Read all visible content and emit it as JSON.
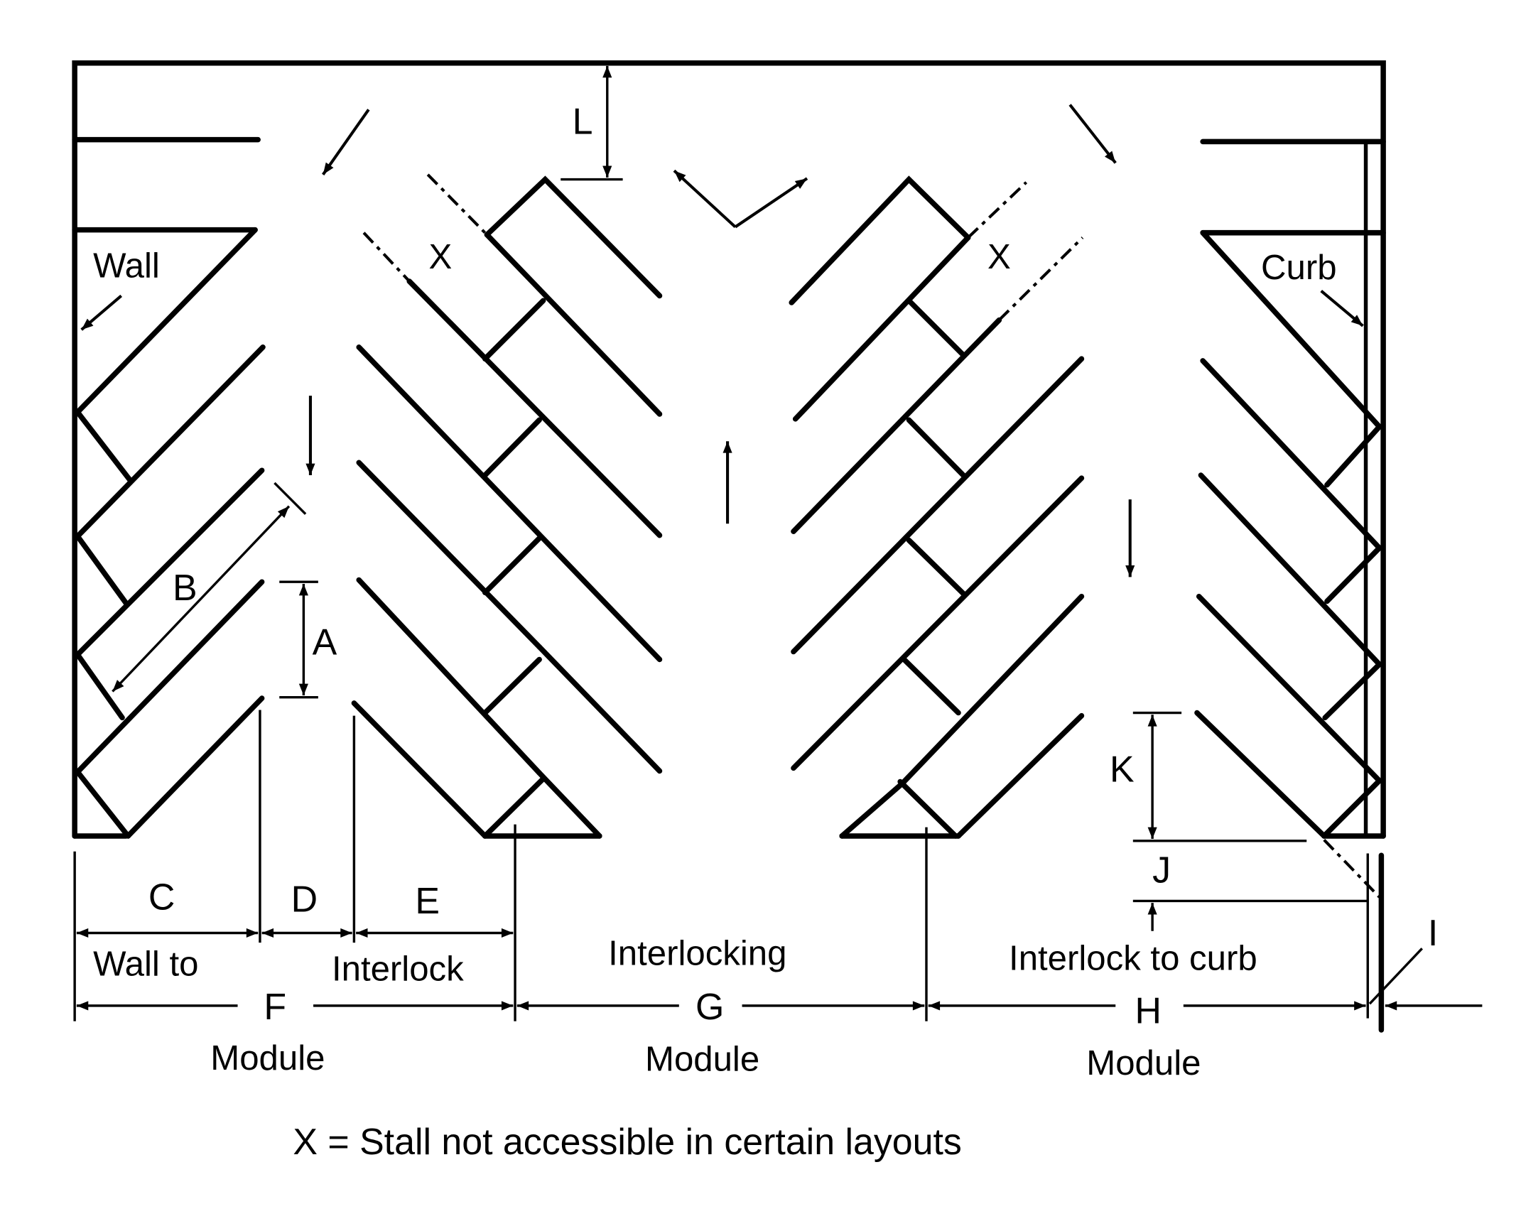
{
  "title": "Herringbone parking layout dimensions",
  "labels": {
    "wall": "Wall",
    "curb": "Curb",
    "x_left": "X",
    "x_right": "X",
    "dims": {
      "A": "A",
      "B": "B",
      "C": "C",
      "D": "D",
      "E": "E",
      "F": "F",
      "G": "G",
      "H": "H",
      "I": "I",
      "J": "J",
      "K": "K",
      "L": "L"
    },
    "modules": {
      "wall_to_interlock_line1": "Wall to",
      "wall_to_interlock_line2": "Interlock",
      "wall_to_interlock_line3": "Module",
      "interlocking_line1": "Interlocking",
      "interlocking_line2": "Module",
      "interlock_to_curb_line1": "Interlock to curb",
      "interlock_to_curb_line2": "Module"
    }
  },
  "legend_note": "X = Stall not accessible in certain layouts",
  "traffic_arrows": [
    {
      "name": "entry-left",
      "direction": "down-left"
    },
    {
      "name": "aisle-left",
      "direction": "down"
    },
    {
      "name": "aisle-center",
      "direction": "up"
    },
    {
      "name": "turn-center",
      "direction": "up-left and up-right"
    },
    {
      "name": "entry-right",
      "direction": "down-right"
    },
    {
      "name": "aisle-right",
      "direction": "down"
    }
  ]
}
